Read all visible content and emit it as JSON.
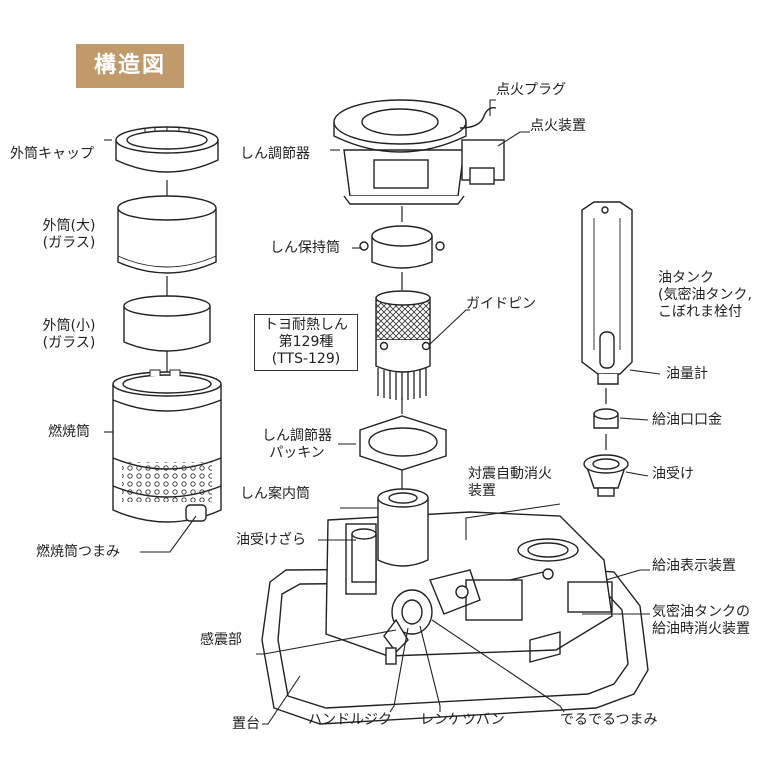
{
  "title": "構造図",
  "labels": {
    "outer_cap": "外筒キャップ",
    "outer_large_1": "外筒(大)",
    "outer_large_2": "(ガラス)",
    "outer_small_1": "外筒(小)",
    "outer_small_2": "(ガラス)",
    "combustion_tube": "燃焼筒",
    "combustion_knob": "燃焼筒つまみ",
    "wick_adjuster": "しん調節器",
    "wick_holder": "しん保持筒",
    "wick_1": "トヨ耐熱しん",
    "wick_2": "第129種",
    "wick_3": "(TTS-129)",
    "guide_pin": "ガイドピン",
    "packing_1": "しん調節器",
    "packing_2": "パッキン",
    "wick_guide": "しん案内筒",
    "oil_tray": "油受けざら",
    "seismic_sensor": "感震部",
    "base": "置台",
    "handle_jig": "ハンドルジク",
    "linkage": "レンケツバン",
    "knob": "でるでるつまみ",
    "igniter_plug": "点火プラグ",
    "igniter": "点火装置",
    "tank_1": "油タンク",
    "tank_2": "(気密油タンク,",
    "tank_3": "こぼれま栓付",
    "level_gauge": "油量計",
    "filler_cap": "給油口口金",
    "oil_receiver": "油受け",
    "auto_extinguish_1": "対震自動消火",
    "auto_extinguish_2": "装置",
    "fill_indicator": "給油表示装置",
    "refuel_extinguish_1": "気密油タンクの",
    "refuel_extinguish_2": "給油時消火装置"
  }
}
